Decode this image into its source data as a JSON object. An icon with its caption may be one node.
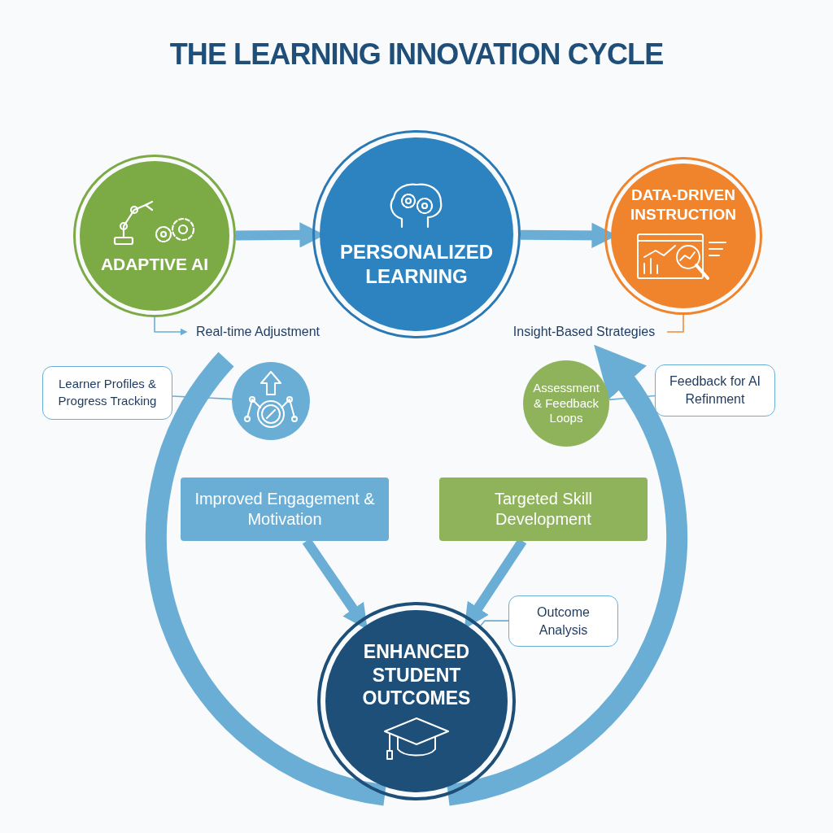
{
  "diagram": {
    "title": "THE LEARNING INNOVATION CYCLE",
    "nodes": [
      {
        "text": [
          "ADAPTIVE AI"
        ]
      },
      {
        "text": [
          "PERSONALIZED LEARNING"
        ]
      },
      {
        "text": [
          "DATA-DRIVEN INSTRUCTION"
        ]
      },
      {
        "text": [
          "Real-time Adjustment"
        ]
      },
      {
        "text": [
          "Insight-Based Strategies"
        ]
      },
      {
        "text": [
          "Learner Profiles & Progress Tracking"
        ]
      },
      {
        "text": [],
        "shape": "circle"
      },
      {
        "text": [
          "Assessment & Feedback Loops"
        ]
      },
      {
        "text": [
          "Feedback for AI Refinment"
        ]
      },
      {
        "text": [
          "Improved Engagement & Motivation"
        ]
      },
      {
        "text": [
          "Targeted Skill Development"
        ]
      },
      {
        "text": [
          "Outcome Analysis"
        ]
      },
      {
        "text": [
          "ENHANCED STUDENT OUTCOMES"
        ]
      }
    ],
    "edges": [
      {
        "from": 0,
        "to": 1,
        "arrow": "to"
      },
      {
        "from": 1,
        "to": 2,
        "arrow": "to"
      },
      {
        "from": 0,
        "to": 3,
        "arrow": "to"
      },
      {
        "from": 2,
        "to": 4,
        "arrow": "none",
        "color": "#f08a3c"
      },
      {
        "from": 5,
        "to": 6,
        "arrow": "none"
      },
      {
        "from": 7,
        "to": 8,
        "arrow": "none"
      },
      {
        "from": 9,
        "to": 12,
        "arrow": "to"
      },
      {
        "from": 10,
        "to": 12,
        "arrow": "to"
      },
      {
        "from": 11,
        "to": 12,
        "arrow": "none"
      },
      {
        "from": 6,
        "to": 12,
        "arrow": "none",
        "style": "thick"
      },
      {
        "from": 12,
        "to": 7,
        "arrow": "to",
        "style": "thick"
      }
    ]
  }
}
